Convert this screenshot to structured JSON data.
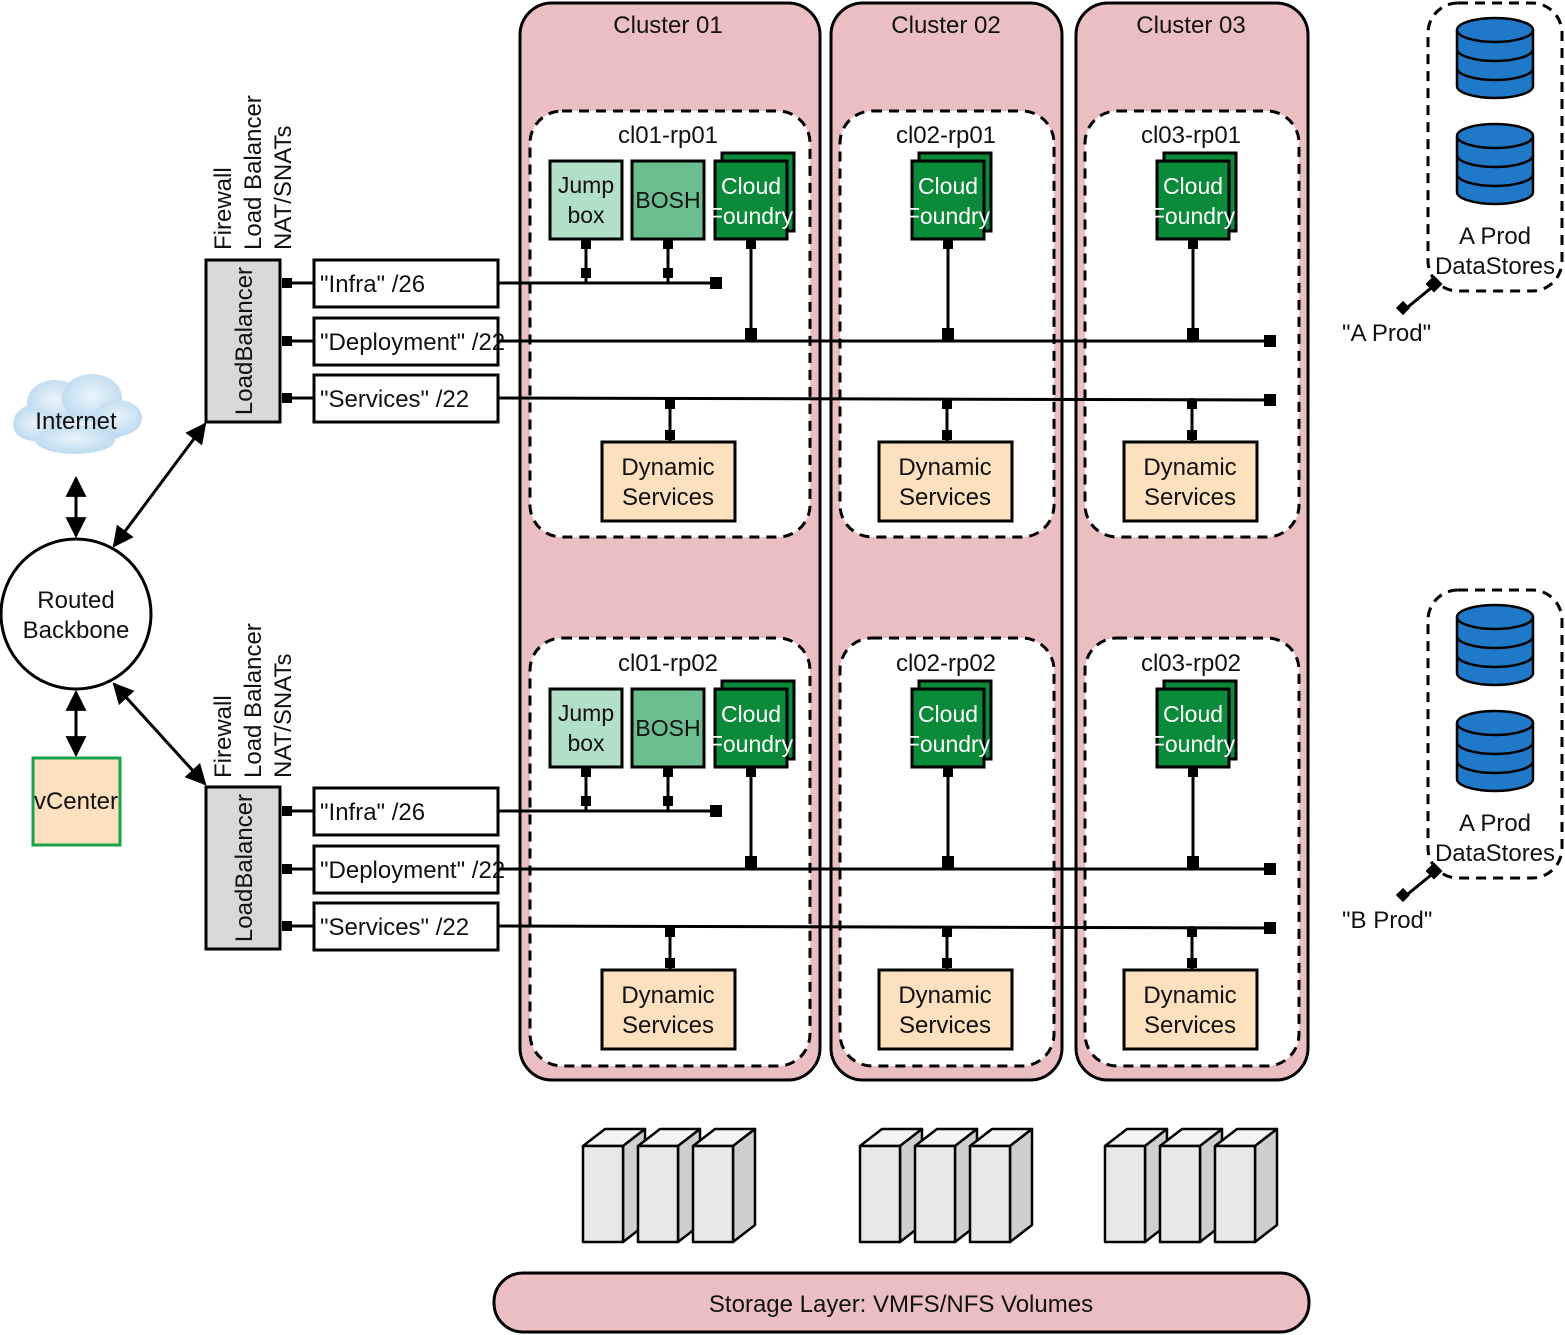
{
  "internet": "Internet",
  "backbone": [
    "Routed",
    "Backbone"
  ],
  "vcenter": "vCenter",
  "edge_labels": [
    "Firewall",
    "Load Balancer",
    "NAT/SNATs"
  ],
  "loadbalancer": "LoadBalancer",
  "networks": [
    "\"Infra\" /26",
    "\"Deployment\" /22",
    "\"Services\" /22"
  ],
  "clusters": [
    {
      "title": "Cluster 01",
      "pools": [
        "cl01-rp01",
        "cl01-rp02"
      ]
    },
    {
      "title": "Cluster 02",
      "pools": [
        "cl02-rp01",
        "cl02-rp02"
      ]
    },
    {
      "title": "Cluster 03",
      "pools": [
        "cl03-rp01",
        "cl03-rp02"
      ]
    }
  ],
  "vm_labels": {
    "jumpbox": [
      "Jump",
      "box"
    ],
    "bosh": "BOSH",
    "cloud_foundry": [
      "Cloud",
      "Foundry"
    ],
    "dynamic_services": [
      "Dynamic",
      "Services"
    ]
  },
  "datastores": [
    {
      "label": [
        "A Prod",
        "DataStores"
      ],
      "connector": "\"A Prod\""
    },
    {
      "label": [
        "A Prod",
        "DataStores"
      ],
      "connector": "\"B Prod\""
    }
  ],
  "storage_layer": "Storage Layer: VMFS/NFS Volumes",
  "colors": {
    "cluster_fill": "#ebbec2",
    "jumpbox": "#b2dfc7",
    "bosh": "#6bbf8e",
    "cloud_foundry": "#0b8a3a",
    "dynamic_services": "#fde0be",
    "loadbalancer": "#d9d9d9",
    "vcenter_fill": "#fde0be",
    "vcenter_border": "#1aa34a",
    "datastore": "#1f78c8",
    "server": "#e8e8e8"
  }
}
